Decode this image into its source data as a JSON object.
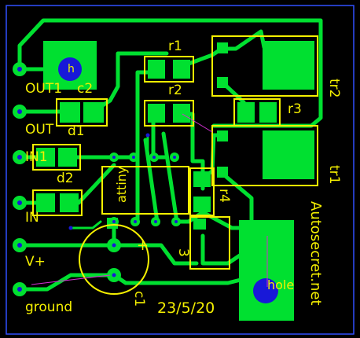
{
  "board": {
    "labels": {
      "out1": "OUT1",
      "out": "OUT",
      "in1": "IN1",
      "in": "IN",
      "vplus": "V+",
      "ground": "ground",
      "attiny": "attiny",
      "r1": "r1",
      "r2": "r2",
      "r3": "r3",
      "r4": "r4",
      "c1": "c1",
      "c2": "c2",
      "d1": "d1",
      "d2": "d2",
      "tr1": "tr1",
      "tr2": "tr2",
      "hole_small": "h",
      "hole_big": "hole",
      "date": "23/5/20",
      "site": "Autosecret.net",
      "plus": "+",
      "chip_mark": "3"
    },
    "colors": {
      "background": "#000000",
      "copper": "#00e030",
      "silkscreen": "#f5f000",
      "outline": "#3050ff",
      "hole": "#1818d8",
      "airwire": "#d030d0"
    }
  }
}
